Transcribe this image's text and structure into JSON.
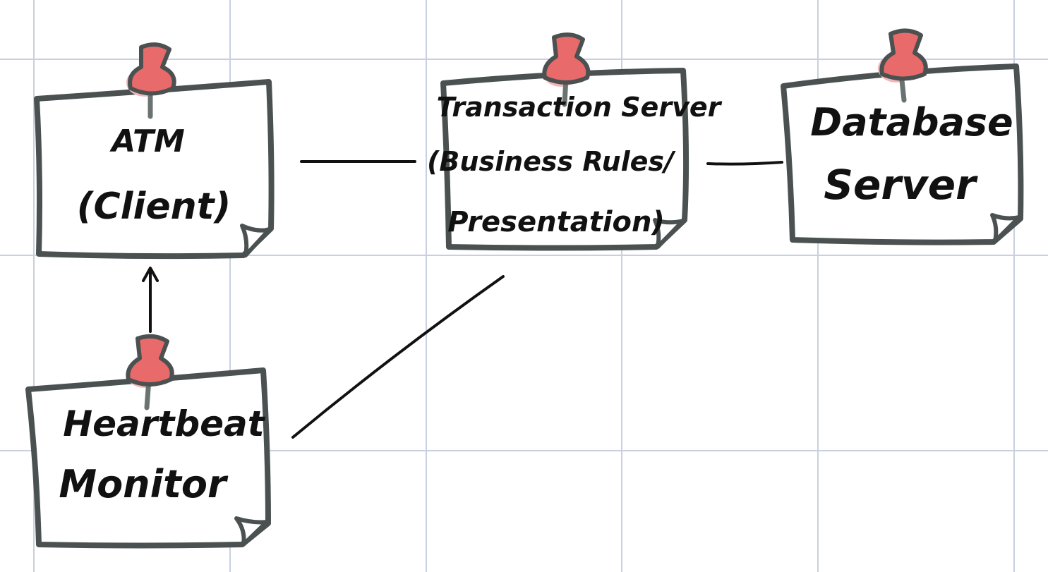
{
  "colors": {
    "grid": "#c8d0e0",
    "note_outline": "#4b5151",
    "note_fill": "#ffffff",
    "pin_head": "#e86a6a",
    "pin_shadow": "#f2b6b6",
    "pin_needle": "#6b7272",
    "ink": "#111111"
  },
  "notes": {
    "atm": {
      "line1": "ATM",
      "line2": "(Client)",
      "pin_icon": "pushpin-icon"
    },
    "transaction": {
      "line1": "Transaction Server",
      "line2": "(Business Rules/",
      "line3": "Presentation)",
      "pin_icon": "pushpin-icon"
    },
    "database": {
      "line1": "Database",
      "line2": "Server",
      "pin_icon": "pushpin-icon"
    },
    "heartbeat": {
      "line1": "Heartbeat",
      "line2": "Monitor",
      "pin_icon": "pushpin-icon"
    }
  },
  "connectors": [
    {
      "from": "atm",
      "to": "transaction",
      "style": "line"
    },
    {
      "from": "transaction",
      "to": "database",
      "style": "line"
    },
    {
      "from": "heartbeat",
      "to": "atm",
      "style": "arrow"
    },
    {
      "from": "heartbeat",
      "to": "transaction",
      "style": "line"
    }
  ]
}
